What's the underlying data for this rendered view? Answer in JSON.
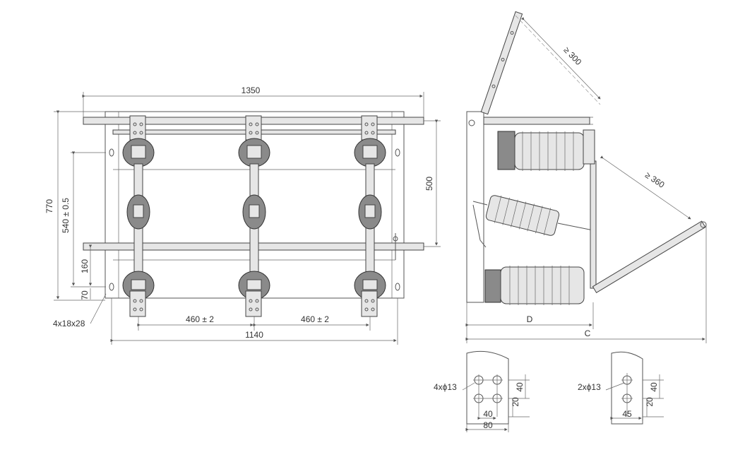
{
  "front_view": {
    "overall_width": "1350",
    "overall_height": "770",
    "insulator_span": "540 ± 0.5",
    "bar_spacing": "500",
    "lower_offset_1": "160",
    "lower_offset_2": "70",
    "mounting_holes": "4x18x28",
    "phase_pitch_1": "460 ± 2",
    "phase_pitch_2": "460 ± 2",
    "base_width": "1140"
  },
  "side_view": {
    "blade_clearance": "≥ 300",
    "arm_clearance": "≥ 360",
    "dim_d": "D",
    "dim_c": "C"
  },
  "terminal_4_hole": {
    "hole_spec": "4xϕ13",
    "vertical_1": "40",
    "vertical_2": "20",
    "horizontal_1": "40",
    "horizontal_2": "80"
  },
  "terminal_2_hole": {
    "hole_spec": "2xϕ13",
    "vertical_1": "40",
    "vertical_2": "20",
    "horizontal_1": "45"
  }
}
